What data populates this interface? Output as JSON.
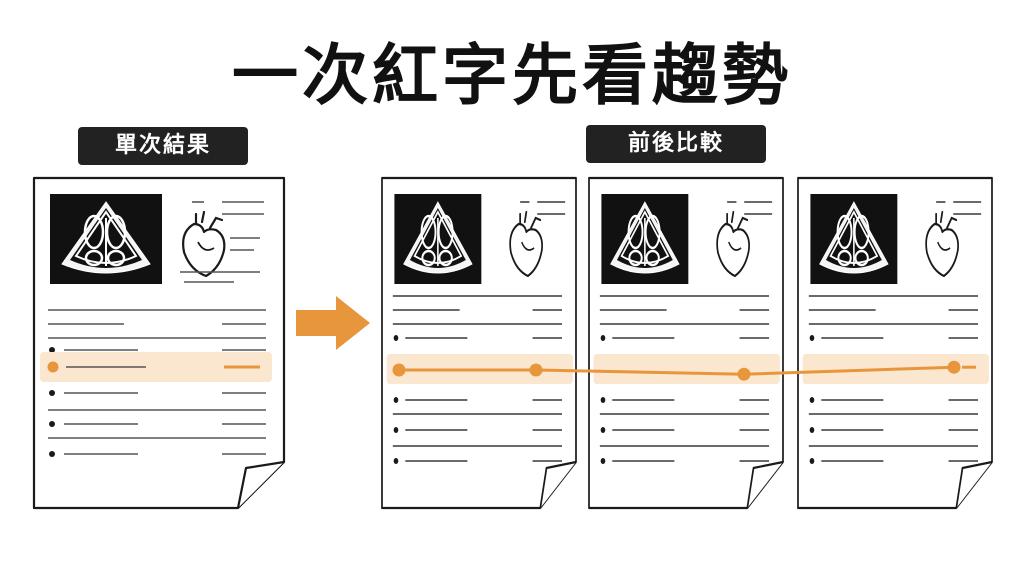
{
  "title": "一次紅字先看趨勢",
  "labels": {
    "single": "單次結果",
    "compare": "前後比較"
  },
  "colors": {
    "accent": "#e8963c",
    "highlight": "#fbe6cf",
    "ink": "#1a1a1a",
    "line": "#555555"
  },
  "icons": {
    "scan": "echocardiogram-image",
    "organ": "heart-icon",
    "flow": "arrow-right-icon"
  },
  "trend": {
    "values": [
      0.5,
      0.5,
      0.2,
      0.7
    ]
  }
}
